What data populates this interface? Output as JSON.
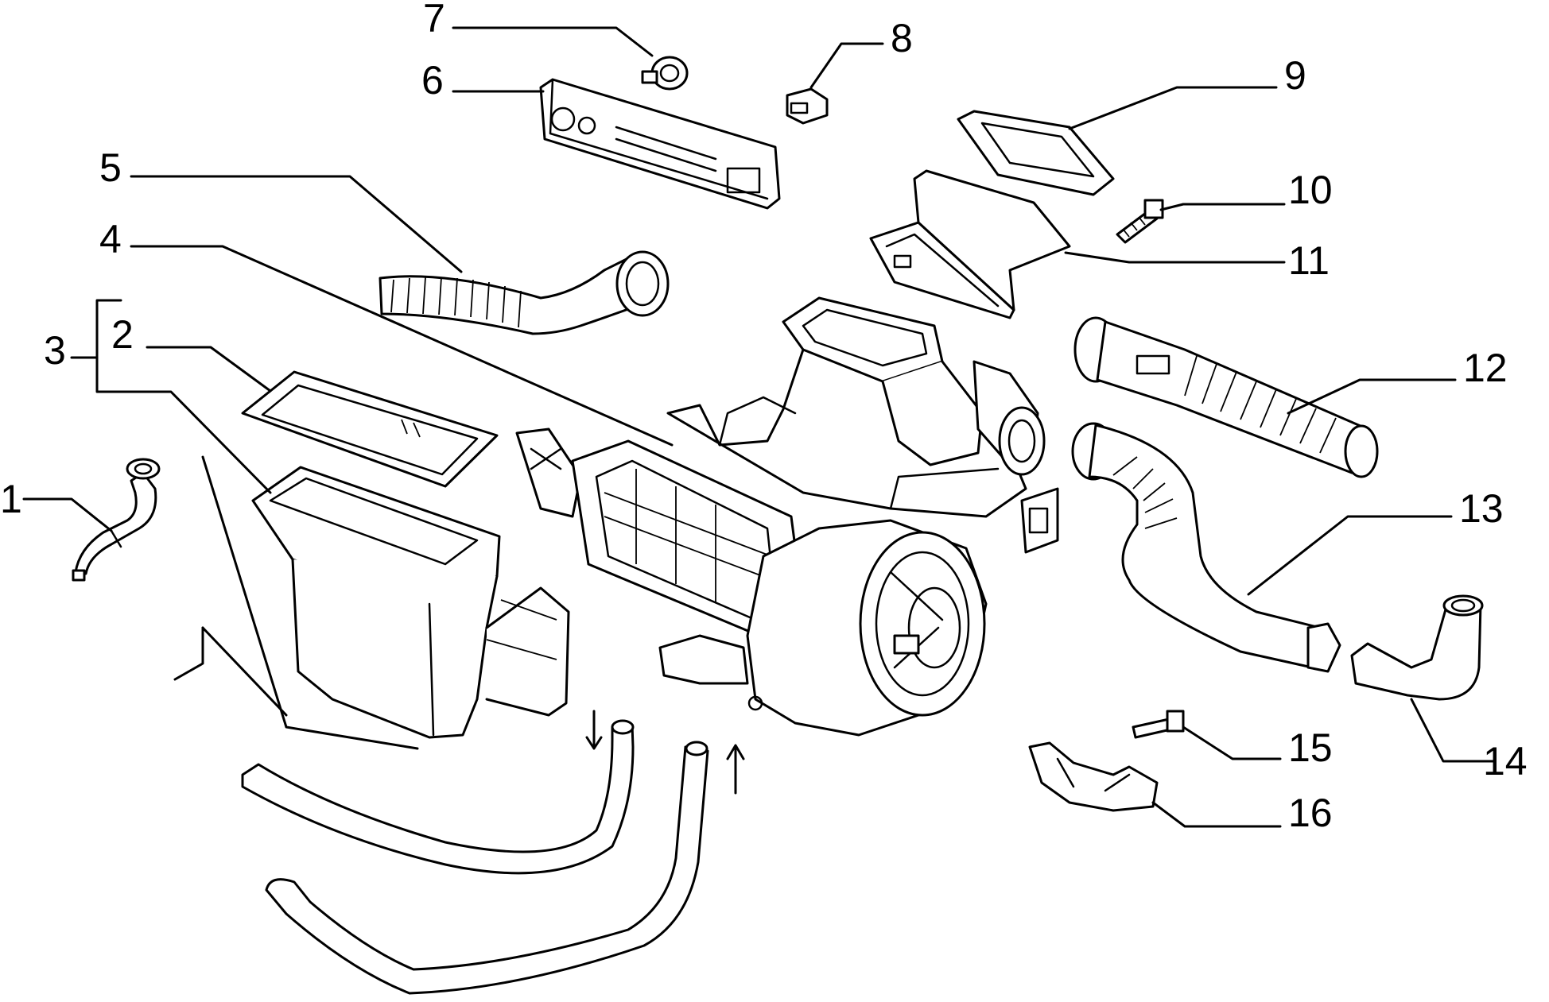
{
  "diagram": {
    "callouts": [
      {
        "id": "1",
        "label": "1"
      },
      {
        "id": "2",
        "label": "2"
      },
      {
        "id": "3",
        "label": "3"
      },
      {
        "id": "4",
        "label": "4"
      },
      {
        "id": "5",
        "label": "5"
      },
      {
        "id": "6",
        "label": "6"
      },
      {
        "id": "7",
        "label": "7"
      },
      {
        "id": "8",
        "label": "8"
      },
      {
        "id": "9",
        "label": "9"
      },
      {
        "id": "10",
        "label": "10"
      },
      {
        "id": "11",
        "label": "11"
      },
      {
        "id": "12",
        "label": "12"
      },
      {
        "id": "13",
        "label": "13"
      },
      {
        "id": "14",
        "label": "14"
      },
      {
        "id": "15",
        "label": "15"
      },
      {
        "id": "16",
        "label": "16"
      }
    ],
    "colors": {
      "line": "#000000",
      "background": "#ffffff"
    }
  }
}
